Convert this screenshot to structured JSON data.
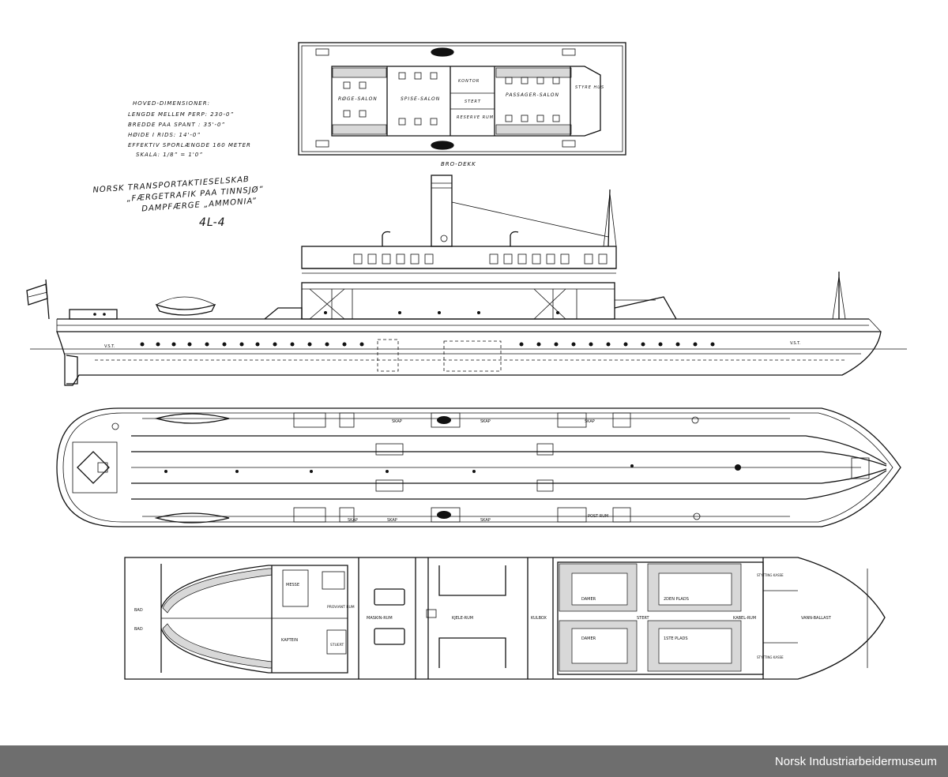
{
  "title_block": {
    "lines": [
      "NORSK TRANSPORTAKTIESELSKAB",
      "„FÆRGETRAFIK PAA TINNSJØ”",
      "DAMPFÆRGE „AMMONIA”"
    ],
    "drawing_number": "4L-4"
  },
  "dimensions": {
    "lines": [
      "HOVED-DIMENSIONER:",
      "LENGDE MELLEM PERP: 230-0”",
      "BREDDE PAA SPANT :   35'-0”",
      "HØIDE I RIDS:   14'-0”",
      "EFFEKTIV SPORLÆNGDE 160 METER",
      "SKALA: 1/8” = 1'0”"
    ]
  },
  "bro_dekk": {
    "caption": "BRO-DEKK",
    "rooms": [
      "RØGE-SALON",
      "SPISE-SALON",
      "KONTOR",
      "STERT",
      "RESERVE RUM",
      "PASSAGER-SALON",
      "STYRE HUS"
    ]
  },
  "elevation": {
    "labels": [
      "V.S.T.",
      "V.S.T."
    ]
  },
  "main_deck": {
    "labels": [
      "SKAP",
      "SKAP",
      "SKAP",
      "SKAP",
      "SKAP",
      "SKAP",
      "POST RUM"
    ]
  },
  "lower_deck": {
    "labels": [
      "BAD",
      "BAD",
      "MESSE",
      "KAPTEIN",
      "PROVIANT RUM",
      "STUERT",
      "MASKIN-RUM",
      "KJELE-RUM",
      "KULBOX",
      "DAMER",
      "DAMER",
      "2DEN PLADS",
      "1STE PLADS",
      "STERT",
      "STYTTING KASSE",
      "KABEL-RUM",
      "STYTTING KASSE",
      "VANN-BALLAST"
    ]
  },
  "footer": {
    "credit": "Norsk Industriarbeidermuseum"
  }
}
